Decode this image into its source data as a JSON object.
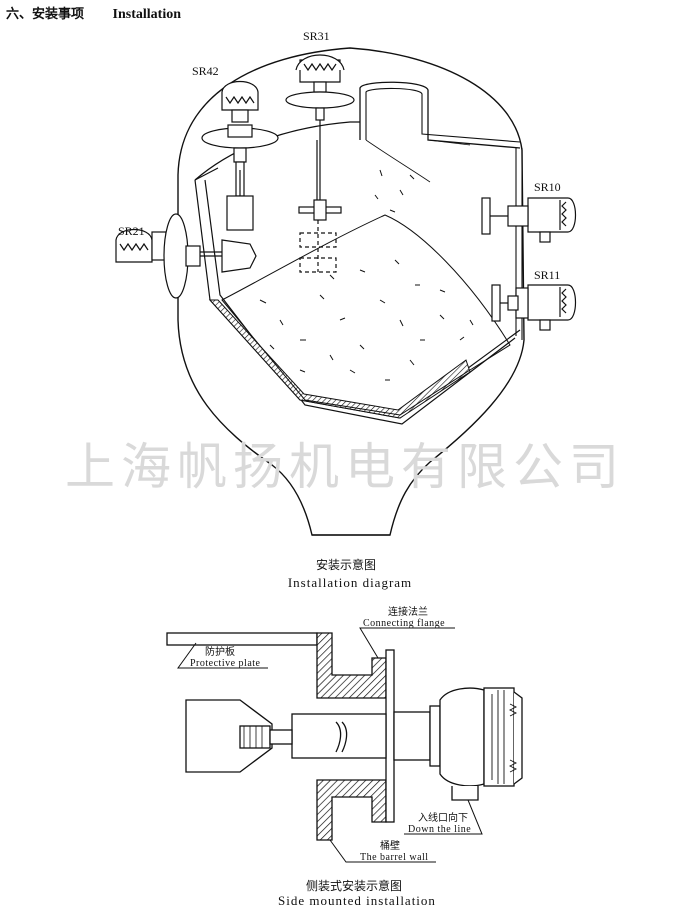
{
  "heading": {
    "section_cn": "六、安装事项",
    "section_en": "Installation"
  },
  "watermark": "上海帆扬机电有限公司",
  "figure1": {
    "labels": {
      "sr31": "SR31",
      "sr42": "SR42",
      "sr21": "SR21",
      "sr10": "SR10",
      "sr11": "SR11"
    },
    "caption_cn": "安装示意图",
    "caption_en": "Installation diagram"
  },
  "figure2": {
    "labels": {
      "flange_cn": "连接法兰",
      "flange_en": "Connecting flange",
      "plate_cn": "防护板",
      "plate_en": "Protective plate",
      "line_cn": "入线口向下",
      "line_en": "Down the line",
      "wall_cn": "桶壁",
      "wall_en": "The barrel wall"
    },
    "caption_cn": "侧装式安装示意图",
    "caption_en": "Side mounted installation"
  },
  "colors": {
    "ink": "#111111",
    "watermark": "#d9d9d9"
  }
}
